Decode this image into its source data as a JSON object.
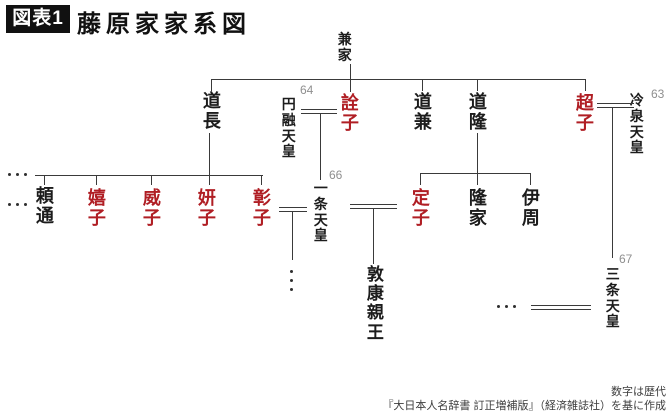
{
  "header": {
    "badge": "図表1",
    "title": "藤原家家系図"
  },
  "people": {
    "kaneie": "兼家",
    "michinaga": "道長",
    "enyu_tenno": "円融天皇",
    "senshi": "詮子",
    "michikane": "道兼",
    "michitaka": "道隆",
    "choshi": "超子",
    "reizei_tenno": "冷泉天皇",
    "yorimichi": "頼通",
    "kishi": "嬉子",
    "ishi": "威子",
    "kenshi": "妍子",
    "shoshi": "彰子",
    "ichijo_tenno": "一条天皇",
    "teishi": "定子",
    "takaie": "隆家",
    "korechika": "伊周",
    "atsuyasu_shinno": "敦康親王",
    "sanjo_tenno": "三条天皇"
  },
  "reign_numbers": {
    "reizei": "63",
    "enyu": "64",
    "ichijo": "66",
    "sanjo": "67"
  },
  "colors": {
    "female_red": "#b01e24",
    "number_gray": "#8f8f8f",
    "line": "#3a3a3a"
  },
  "icons": {
    "ellipsis": "..."
  },
  "relations": {
    "parent_child": [
      {
        "parent": "兼家",
        "children": [
          "道長",
          "詮子",
          "道兼",
          "道隆",
          "超子"
        ]
      },
      {
        "parents": "円融天皇×詮子",
        "children": [
          "一条天皇"
        ]
      },
      {
        "parents": "超子×冷泉天皇",
        "children": [
          "三条天皇"
        ]
      },
      {
        "parent": "道長",
        "children": [
          "...",
          "頼通",
          "嬉子",
          "威子",
          "妍子",
          "彰子"
        ]
      },
      {
        "parent": "道隆",
        "children": [
          "定子",
          "隆家",
          "伊周"
        ]
      },
      {
        "parents": "彰子×一条天皇",
        "children": [
          "..."
        ]
      },
      {
        "parents": "一条天皇×定子",
        "children": [
          "敦康親王"
        ]
      },
      {
        "parents": "...×三条天皇",
        "children": []
      }
    ]
  },
  "footer": {
    "line1": "数字は歴代",
    "line2": "『大日本人名辞書 訂正増補版』（経済雑誌社）を基に作成"
  }
}
